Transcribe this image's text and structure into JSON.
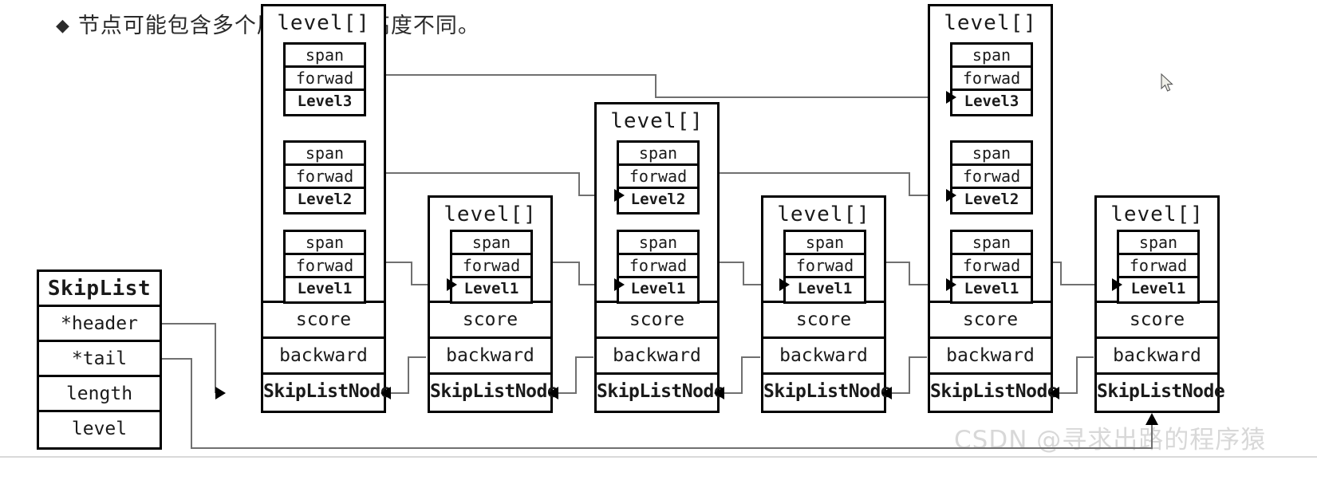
{
  "caption": {
    "bullet": "◆",
    "text": "节点可能包含多个层，每层的高度不同。"
  },
  "watermark": "CSDN @寻求出路的程序猿",
  "skiplist": {
    "title": "SkipList",
    "fields": [
      "*header",
      "*tail",
      "length",
      "level"
    ]
  },
  "labels": {
    "level_array": "level[]",
    "span": "span",
    "forward": "forwad",
    "score": "score",
    "backward": "backward",
    "node": "SkipListNode",
    "level1": "Level1",
    "level2": "Level2",
    "level3": "Level3"
  },
  "nodes": [
    {
      "id": "node-1",
      "levels": [
        "Level3",
        "Level2",
        "Level1"
      ],
      "rows": [
        "score",
        "backward",
        "SkipListNode"
      ]
    },
    {
      "id": "node-2",
      "levels": [
        "Level1"
      ],
      "rows": [
        "score",
        "backward",
        "SkipListNode"
      ]
    },
    {
      "id": "node-3",
      "levels": [
        "Level2",
        "Level1"
      ],
      "rows": [
        "score",
        "backward",
        "SkipListNode"
      ]
    },
    {
      "id": "node-4",
      "levels": [
        "Level1"
      ],
      "rows": [
        "score",
        "backward",
        "SkipListNode"
      ]
    },
    {
      "id": "node-5",
      "levels": [
        "Level3",
        "Level2",
        "Level1"
      ],
      "rows": [
        "score",
        "backward",
        "SkipListNode"
      ]
    },
    {
      "id": "node-6",
      "levels": [
        "Level1"
      ],
      "rows": [
        "score",
        "backward",
        "SkipListNode"
      ]
    }
  ],
  "colors": {
    "stroke": "#000000",
    "wire": "#707070",
    "background": "#ffffff",
    "watermark": "#d8d8d8",
    "text": "#1a1a1a"
  }
}
